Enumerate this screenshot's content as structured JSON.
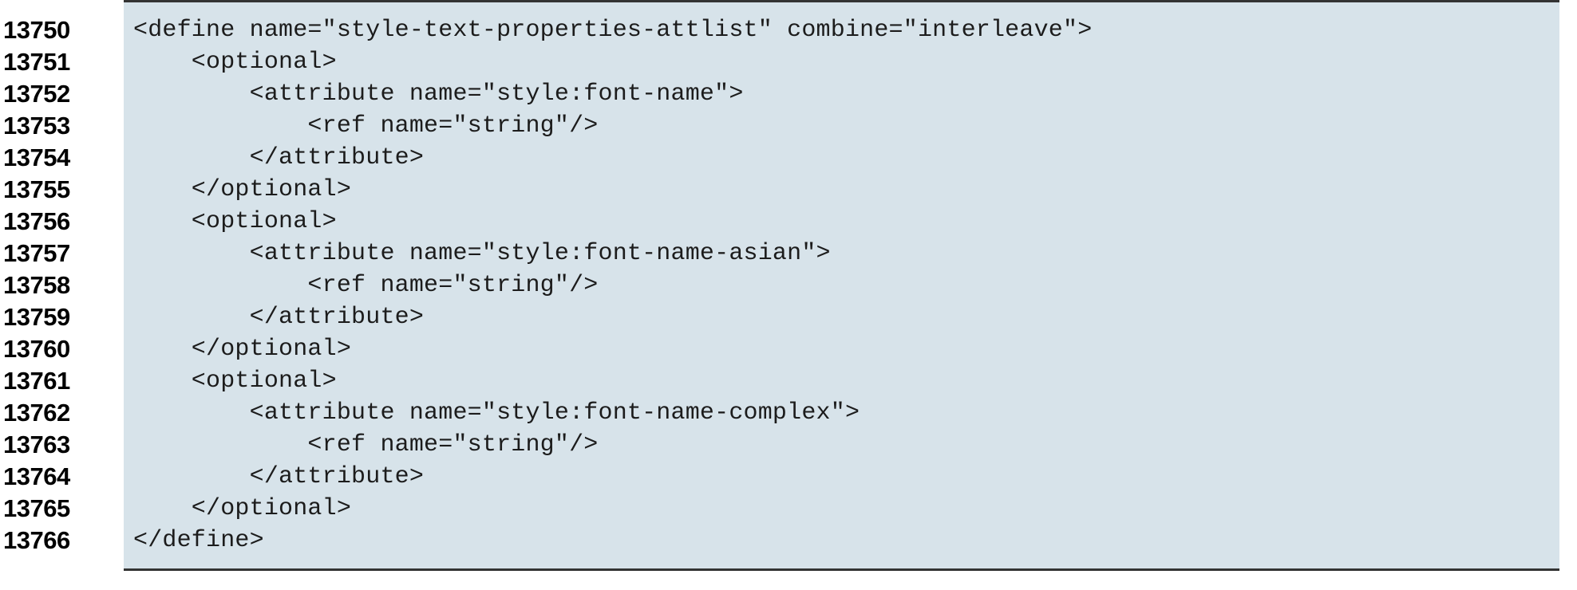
{
  "listing": {
    "colors": {
      "code_background": "#d7e3ea",
      "page_background": "#ffffff",
      "rule": "#333333",
      "code_text": "#1c1c1c",
      "lineno_text": "#000000"
    },
    "lines": [
      {
        "number": "13750",
        "code": "<define name=\"style-text-properties-attlist\" combine=\"interleave\">"
      },
      {
        "number": "13751",
        "code": "    <optional>"
      },
      {
        "number": "13752",
        "code": "        <attribute name=\"style:font-name\">"
      },
      {
        "number": "13753",
        "code": "            <ref name=\"string\"/>"
      },
      {
        "number": "13754",
        "code": "        </attribute>"
      },
      {
        "number": "13755",
        "code": "    </optional>"
      },
      {
        "number": "13756",
        "code": "    <optional>"
      },
      {
        "number": "13757",
        "code": "        <attribute name=\"style:font-name-asian\">"
      },
      {
        "number": "13758",
        "code": "            <ref name=\"string\"/>"
      },
      {
        "number": "13759",
        "code": "        </attribute>"
      },
      {
        "number": "13760",
        "code": "    </optional>"
      },
      {
        "number": "13761",
        "code": "    <optional>"
      },
      {
        "number": "13762",
        "code": "        <attribute name=\"style:font-name-complex\">"
      },
      {
        "number": "13763",
        "code": "            <ref name=\"string\"/>"
      },
      {
        "number": "13764",
        "code": "        </attribute>"
      },
      {
        "number": "13765",
        "code": "    </optional>"
      },
      {
        "number": "13766",
        "code": "</define>"
      }
    ]
  }
}
